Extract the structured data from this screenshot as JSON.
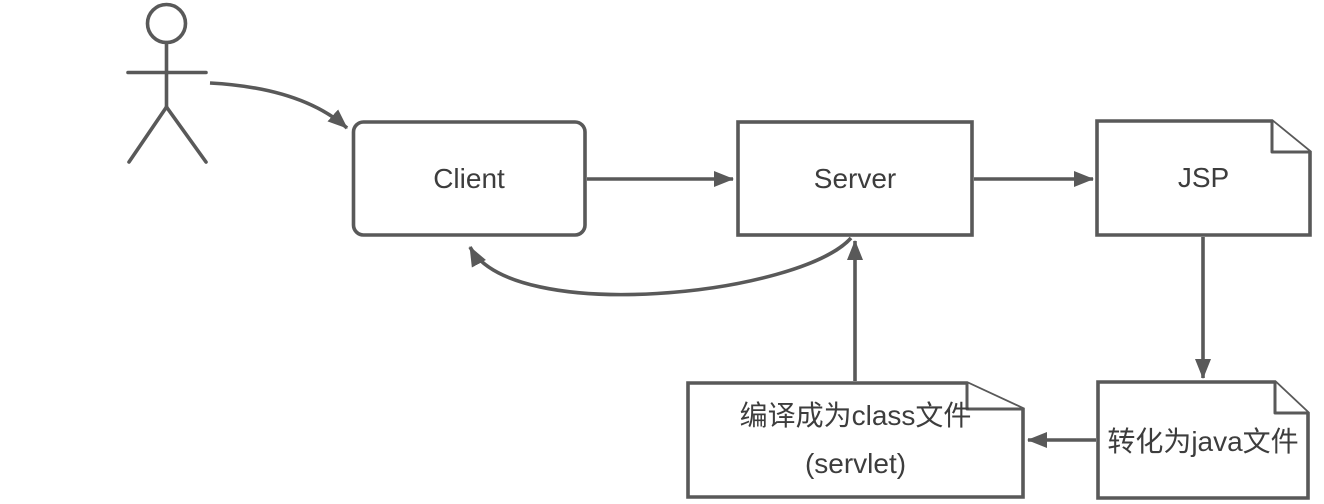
{
  "colors": {
    "stroke": "#595959",
    "text": "#3d3d3d",
    "node_fill": "#ffffff",
    "background": "#ffffff"
  },
  "nodes": {
    "actor": {
      "icon": "stick-figure-actor-icon"
    },
    "client": {
      "label": "Client",
      "shape": "rounded-rectangle"
    },
    "server": {
      "label": "Server",
      "shape": "rectangle"
    },
    "jsp": {
      "label": "JSP",
      "shape": "note-folded-corner"
    },
    "java_file": {
      "label": "转化为java文件",
      "shape": "note-folded-corner"
    },
    "class_file": {
      "label_line1": "编译成为class文件",
      "label_line2": "(servlet)",
      "shape": "note-folded-corner"
    }
  },
  "edges": [
    {
      "from": "actor",
      "to": "client",
      "style": "curved-arrow"
    },
    {
      "from": "client",
      "to": "server",
      "style": "straight-arrow"
    },
    {
      "from": "server",
      "to": "jsp",
      "style": "straight-arrow"
    },
    {
      "from": "jsp",
      "to": "java_file",
      "style": "straight-arrow"
    },
    {
      "from": "java_file",
      "to": "class_file",
      "style": "straight-arrow"
    },
    {
      "from": "class_file",
      "to": "server",
      "style": "straight-arrow"
    },
    {
      "from": "server",
      "to": "client",
      "style": "curved-arrow"
    }
  ]
}
